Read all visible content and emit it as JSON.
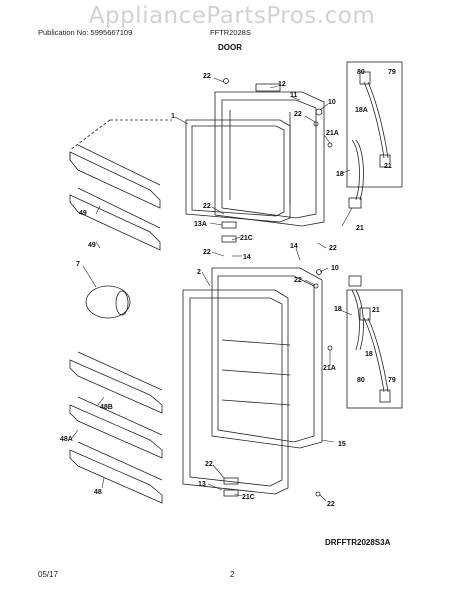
{
  "watermark": "AppliancePartsPros.com",
  "header": {
    "publication": "Publication No: 5995667109",
    "model": "FFTR2028S",
    "section_title": "DOOR"
  },
  "diagram": {
    "drawing_code": "DRFFTR2028S3A",
    "callouts": [
      "22",
      "12",
      "11",
      "10",
      "1",
      "22",
      "21A",
      "80",
      "79",
      "18A",
      "21",
      "18",
      "21",
      "22",
      "13A",
      "21C",
      "49",
      "49",
      "14",
      "22",
      "22",
      "14",
      "7",
      "10",
      "2",
      "22",
      "18",
      "21",
      "21A",
      "18",
      "48B",
      "80",
      "79",
      "15",
      "48A",
      "22",
      "13",
      "21C",
      "48",
      "22"
    ]
  },
  "footer": {
    "date": "05/17",
    "page": "2"
  }
}
